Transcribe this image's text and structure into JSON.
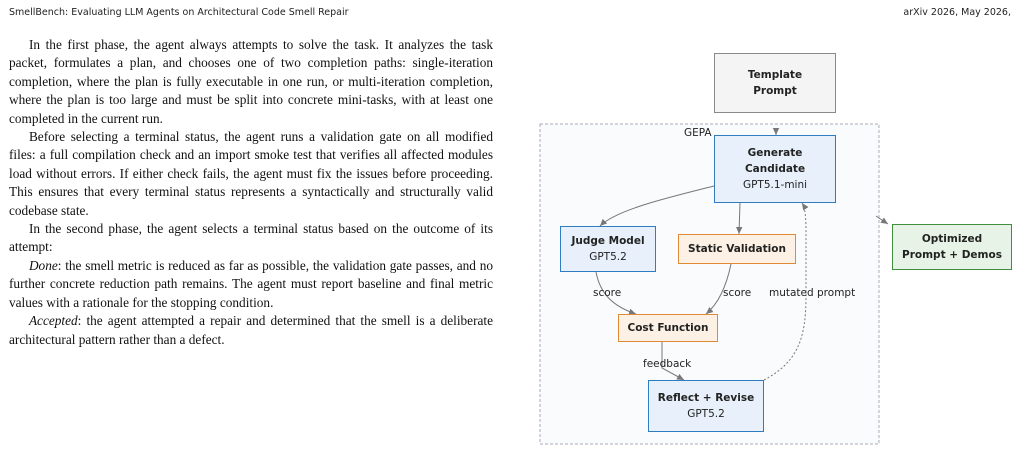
{
  "header": {
    "left": "SmellBench: Evaluating LLM Agents on Architectural Code Smell Repair",
    "right": "arXiv 2026, May 2026,"
  },
  "body": {
    "p1": "In the first phase, the agent always attempts to solve the task. It analyzes the task packet, formulates a plan, and chooses one of two completion paths: single-iteration completion, where the plan is fully executable in one run, or multi-iteration completion, where the plan is too large and must be split into concrete mini-tasks, with at least one completed in the current run.",
    "p2": "Before selecting a terminal status, the agent runs a validation gate on all modified files: a full compilation check and an import smoke test that verifies all affected modules load without errors. If either check fails, the agent must fix the issues before proceeding. This ensures that every terminal status represents a syntactically and structurally valid codebase state.",
    "p3": "In the second phase, the agent selects a terminal status based on the outcome of its attempt:",
    "p4_term": "Done",
    "p4_text": ": the smell metric is reduced as far as possible, the validation gate passes, and no further concrete reduction path remains. The agent must report baseline and final metric values with a rationale for the stopping condition.",
    "p5_term": "Accepted",
    "p5_text": ": the agent attempted a repair and determined that the smell is a deliberate architectural pattern rather than a defect."
  },
  "figure": {
    "container_label": "GEPA",
    "template": {
      "line1": "Template",
      "line2": "Prompt"
    },
    "generate": {
      "line1": "Generate",
      "line2": "Candidate",
      "model": "GPT5.1-mini"
    },
    "judge": {
      "title": "Judge Model",
      "model": "GPT5.2"
    },
    "static": {
      "title": "Static Validation"
    },
    "cost": {
      "title": "Cost Function"
    },
    "reflect": {
      "title": "Reflect + Revise",
      "model": "GPT5.2"
    },
    "optimized": {
      "line1": "Optimized",
      "line2": "Prompt + Demos"
    },
    "edge_labels": {
      "score_left": "score",
      "score_right": "score",
      "mutated": "mutated prompt",
      "feedback": "feedback"
    }
  }
}
